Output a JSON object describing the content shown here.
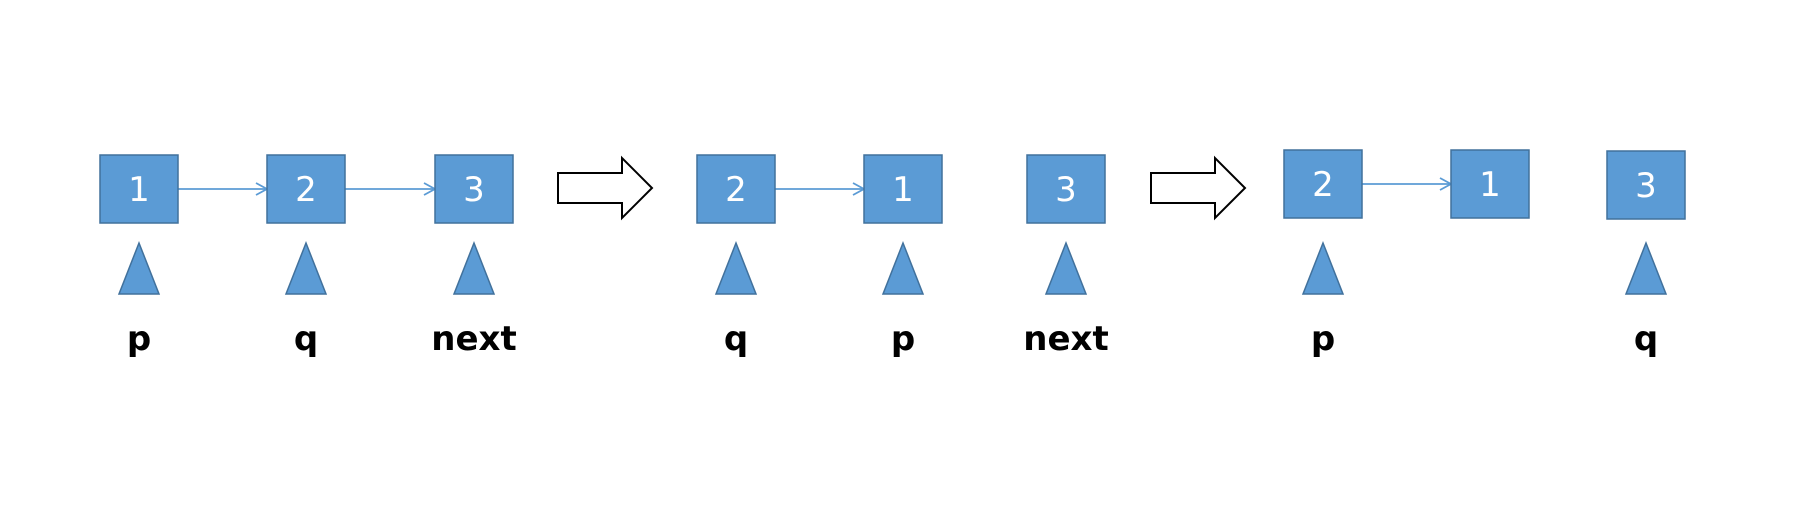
{
  "colors": {
    "node_fill": "#5b9bd5",
    "node_stroke": "#41719c",
    "label": "#000000"
  },
  "stages": [
    {
      "nodes": [
        {
          "value": "1"
        },
        {
          "value": "2"
        },
        {
          "value": "3"
        }
      ],
      "links": [
        [
          0,
          1
        ],
        [
          1,
          2
        ]
      ],
      "pointers": [
        {
          "label": "p",
          "node": 0
        },
        {
          "label": "q",
          "node": 1
        },
        {
          "label": "next",
          "node": 2
        }
      ]
    },
    {
      "nodes": [
        {
          "value": "2"
        },
        {
          "value": "1"
        },
        {
          "value": "3"
        }
      ],
      "links": [
        [
          0,
          1
        ]
      ],
      "pointers": [
        {
          "label": "q",
          "node": 0
        },
        {
          "label": "p",
          "node": 1
        },
        {
          "label": "next",
          "node": 2
        }
      ]
    },
    {
      "nodes": [
        {
          "value": "2"
        },
        {
          "value": "1"
        },
        {
          "value": "3"
        }
      ],
      "links": [
        [
          0,
          1
        ]
      ],
      "pointers": [
        {
          "label": "p",
          "node": 0
        },
        {
          "label": "q",
          "node": 2
        }
      ]
    }
  ],
  "transition_arrows": 2
}
